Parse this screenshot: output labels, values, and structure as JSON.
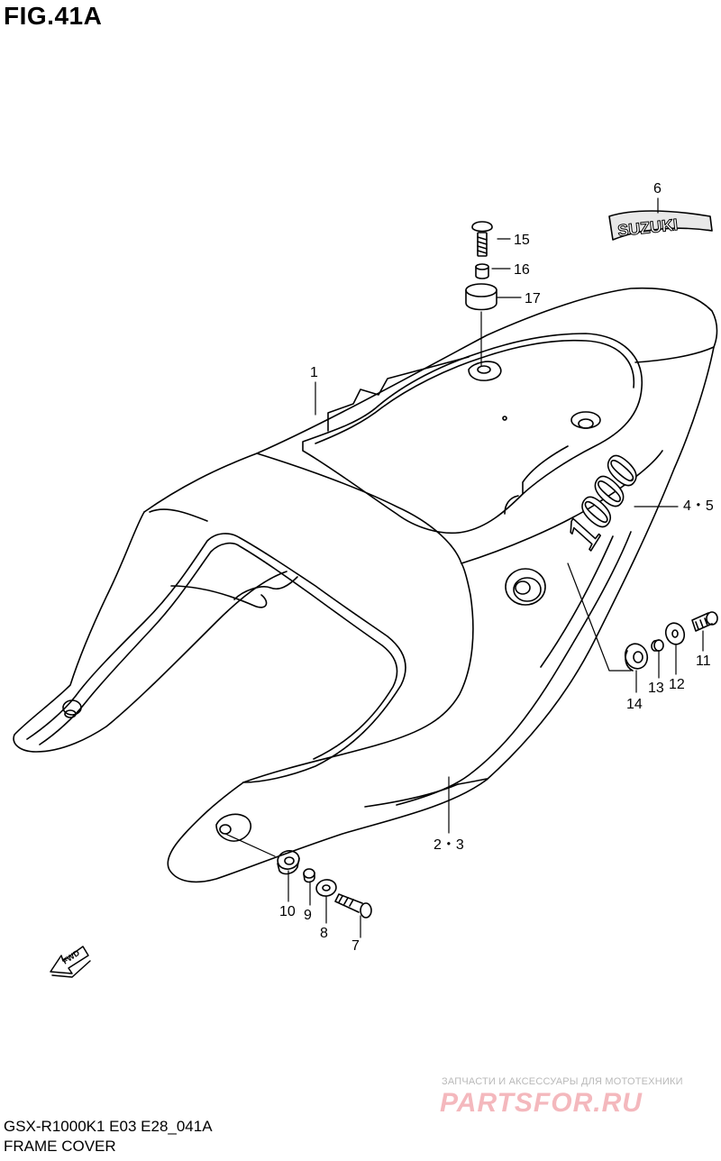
{
  "figure": {
    "title": "FIG.41A",
    "model_code": "GSX-R1000K1 E03 E28_041A",
    "name": "FRAME COVER"
  },
  "emblem_text": "SUZUKI",
  "decal_text": "1000",
  "fwd_label": "FWD",
  "callouts": {
    "c1": "1",
    "c23": "2・3",
    "c45": "4・5",
    "c6": "6",
    "c7": "7",
    "c8": "8",
    "c9": "9",
    "c10": "10",
    "c11": "11",
    "c12": "12",
    "c13": "13",
    "c14": "14",
    "c15": "15",
    "c16": "16",
    "c17": "17"
  },
  "watermark": {
    "tagline": "ЗАПЧАСТИ И АКСЕССУАРЫ ДЛЯ МОТОТЕХНИКИ",
    "logo": "PARTSFOR.RU",
    "tagline_color": "#b9b9b9",
    "logo_color": "#f4b8bd"
  }
}
